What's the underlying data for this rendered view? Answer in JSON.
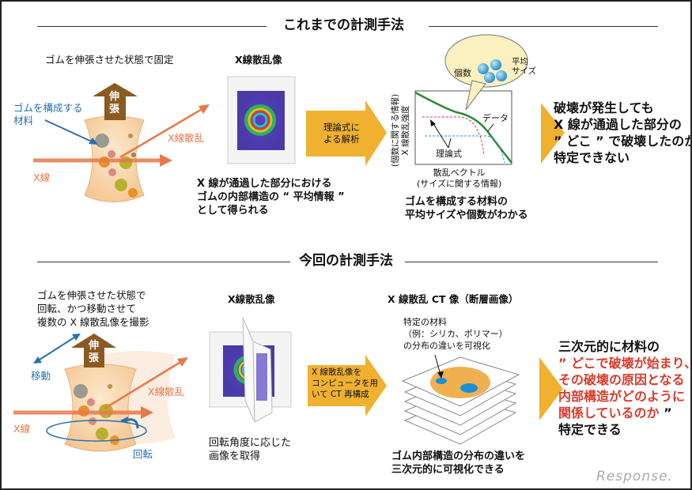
{
  "section_previous": {
    "title": "これまでの計測手法",
    "setup_caption": "ゴムを伸張させた状態で固定",
    "stretch_label": "伸\n張",
    "material_label": "ゴムを構成する\n材料",
    "xray_label": "X線",
    "scatter_label": "X線散乱",
    "image_title": "X線散乱像",
    "image_caption": "X 線が通過した部分における\nゴムの内部構造の “ 平均情報 ”\nとして得られる",
    "analysis_box": "理論式に\nよる解析",
    "chart": {
      "ylabel": "(個数に関する情報)\nX 線散乱強度",
      "xlabel": "散乱ベクトル\n(サイズに関する情報)",
      "data_label": "データ",
      "theory_label": "理論式",
      "bubble_count": "個数",
      "bubble_size": "平均\nサイズ"
    },
    "chart_caption": "ゴムを構成する材料の\n平均サイズや個数がわかる",
    "conclusion": "破壊が発生しても\nX 線が通過した部分の\n” どこ ” で破壊したのか\n特定できない"
  },
  "section_new": {
    "title": "今回の計測手法",
    "setup_caption": "ゴムを伸張させた状態で\n回転、かつ移動させて\n複数の X 線散乱像を撮影",
    "stretch_label": "伸\n張",
    "move_label": "移動",
    "rotate_label": "回転",
    "xray_label": "X線",
    "scatter_label": "X線散乱",
    "image_title": "X線散乱像",
    "image_caption": "回転角度に応じた\n画像を取得",
    "reconstruct_box": "X 線散乱像を\nコンピュータを用\nいて CT 再構成",
    "ct_title": "X 線散乱 CT 像（断層画像）",
    "ct_note": "特定の材料\n（例：シリカ、ポリマー）\nの分布の違いを可視化",
    "ct_caption": "ゴム内部構造の分布の違いを\n三次元的に可視化できる",
    "conclusion_line1": "三次元的に材料の",
    "conclusion_red": "” どこで破壊が始まり、\nその破壊の原因となる\n内部構造がどのように\n関係しているのか",
    "conclusion_quote_end": " ”",
    "conclusion_last": "特定できる"
  },
  "watermark": "Response.",
  "colors": {
    "orange": "#e8784a",
    "arrow": "#f0b030",
    "brown": "#8a5a22",
    "blue": "#2a6fb0",
    "red": "#d93a2b"
  }
}
